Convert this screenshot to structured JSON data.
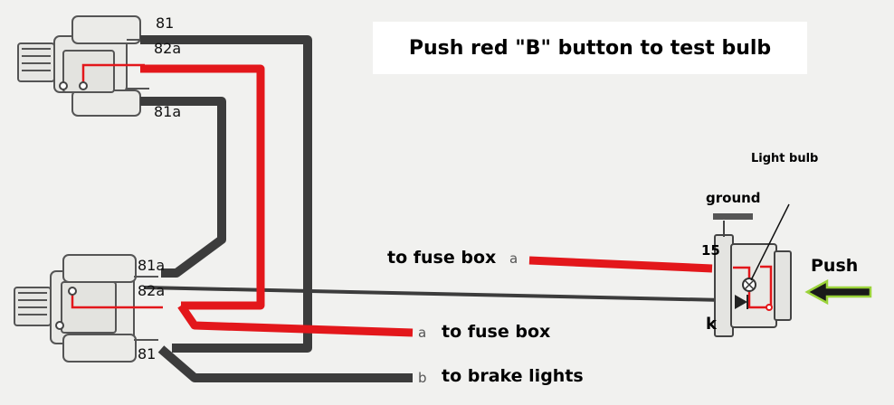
{
  "title": "Push red \"B\" button to test bulb",
  "top_switch": {
    "terminal_81": "81",
    "terminal_82a": "82a",
    "terminal_81a": "81a"
  },
  "bottom_switch": {
    "terminal_81a": "81a",
    "terminal_82a": "82a",
    "terminal_81": "81"
  },
  "lamp_unit": {
    "terminal_15": "15",
    "terminal_k": "k",
    "ground_label": "ground",
    "bulb_label": "Light bulb",
    "push_label": "Push"
  },
  "wires": {
    "fuse_box_top": {
      "terminal": "a",
      "label": "to fuse box"
    },
    "fuse_box_right": {
      "terminal": "a",
      "label": "to fuse box"
    },
    "brake_lights": {
      "terminal": "b",
      "label": "to brake lights"
    }
  },
  "colors": {
    "live_wire": "#e3171b",
    "dark_wire": "#3c3c3c",
    "arrow_fill": "#1a1a1a",
    "arrow_outline": "#9bd33a"
  }
}
